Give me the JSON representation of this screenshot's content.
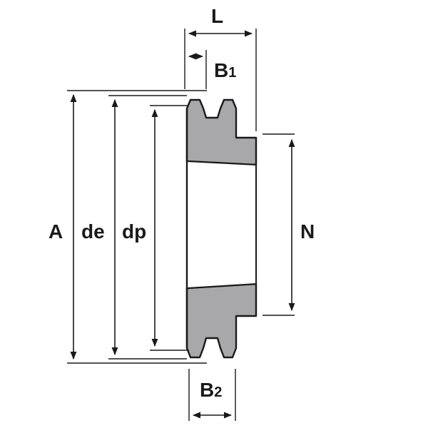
{
  "labels": {
    "L": "L",
    "B1_main": "B",
    "B1_sub": "1",
    "A": "A",
    "de": "de",
    "dp": "dp",
    "N": "N",
    "B2_main": "B",
    "B2_sub": "2"
  },
  "colors": {
    "body_fill": "#a8a8aa",
    "line": "#1a1a1a",
    "background": "#ffffff"
  }
}
